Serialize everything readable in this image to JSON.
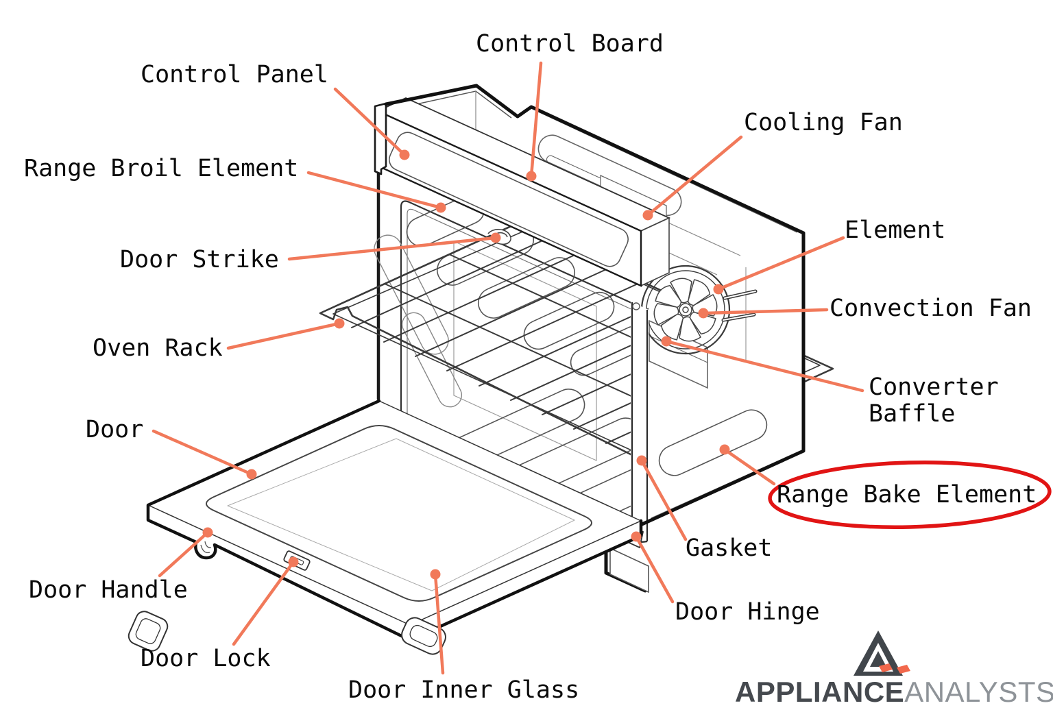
{
  "labels": {
    "control_panel": "Control Panel",
    "control_board": "Control Board",
    "range_broil_element": "Range Broil Element",
    "door_strike": "Door Strike",
    "cooling_fan": "Cooling Fan",
    "element": "Element",
    "convection_fan": "Convection Fan",
    "converter_baffle": "Converter\nBaffle",
    "oven_rack": "Oven Rack",
    "door": "Door",
    "range_bake_element": "Range Bake Element",
    "gasket": "Gasket",
    "door_hinge": "Door Hinge",
    "door_handle": "Door Handle",
    "door_lock": "Door Lock",
    "door_inner_glass": "Door Inner Glass"
  },
  "highlight": {
    "circled_part": "Range Bake Element",
    "circle_color": "#e11414"
  },
  "style_colors": {
    "leader": "#f1795a",
    "line_art": "#1a1a1a"
  },
  "logo": {
    "brand_bold": "APPLIANCE",
    "brand_light": "ANALYSTS",
    "icon": "mountain-a-icon",
    "icon_color": "#41464b",
    "accent_color": "#f2684c",
    "light_text_color": "#8e9398"
  }
}
